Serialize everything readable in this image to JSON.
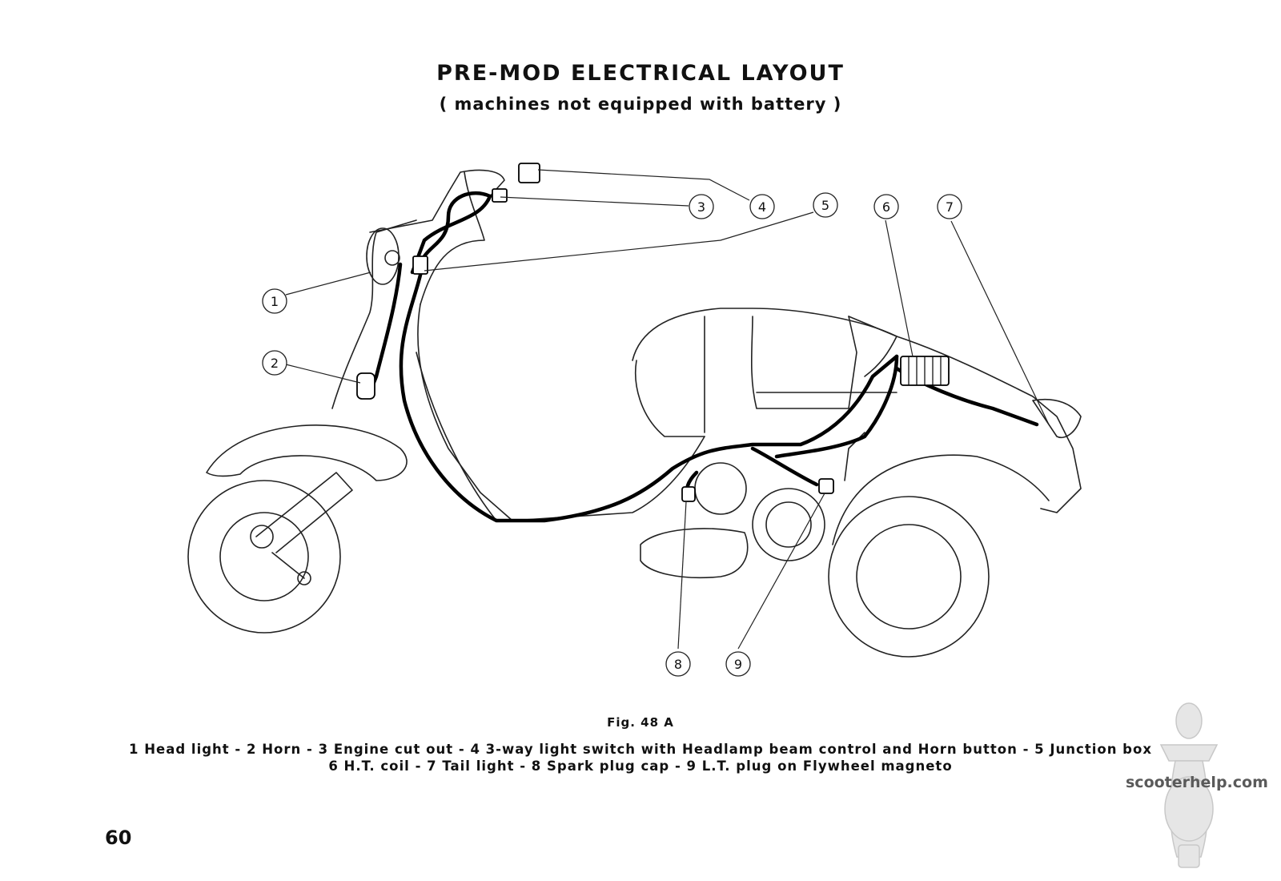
{
  "header": {
    "title": "PRE-MOD ELECTRICAL LAYOUT",
    "subtitle": "( machines not equipped with battery )"
  },
  "callouts": [
    {
      "number": "1",
      "part": "Head light"
    },
    {
      "number": "2",
      "part": "Horn"
    },
    {
      "number": "3",
      "part": "Engine cut out"
    },
    {
      "number": "4",
      "part": "3-way light switch with Headlamp beam control and Horn button"
    },
    {
      "number": "5",
      "part": "Junction box"
    },
    {
      "number": "6",
      "part": "H.T. coil"
    },
    {
      "number": "7",
      "part": "Tail light"
    },
    {
      "number": "8",
      "part": "Spark plug cap"
    },
    {
      "number": "9",
      "part": "L.T. plug on Flywheel magneto"
    }
  ],
  "caption": {
    "figure": "Fig. 48 A",
    "legend_line1": "1 Head light - 2 Horn - 3 Engine cut out - 4 3-way light switch with Headlamp beam control and Horn button - 5 Junction box",
    "legend_line2": "6 H.T. coil - 7 Tail light - 8 Spark plug cap - 9 L.T. plug on Flywheel magneto"
  },
  "page_number": "60",
  "watermark": {
    "text": "scooterhelp.com",
    "icon": "scooter-logo-icon"
  }
}
